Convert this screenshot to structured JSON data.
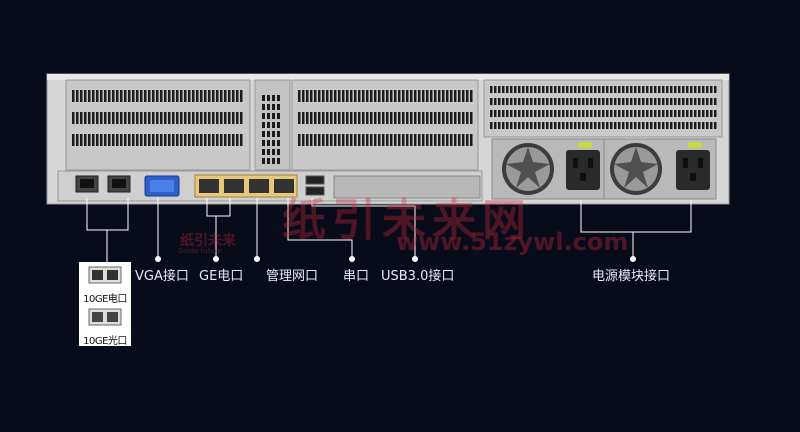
{
  "labels": {
    "vga": "VGA接口",
    "ge": "GE电口",
    "mgmt": "管理网口",
    "serial": "串口",
    "usb": "USB3.0接口",
    "power": "电源模块接口",
    "ge10_copper": "10GE电口",
    "ge10_optical": "10GE光口"
  },
  "watermark": {
    "main": "纸引未来网",
    "url": "www.51zywl.com",
    "small": "纸引未来",
    "tiny": "Guide future"
  },
  "colors": {
    "background": "#080c1a",
    "chassis": "#d9d9d9",
    "callout_line": "#ffffff",
    "vga_port": "#3a6fd8",
    "watermark": "#d2283c"
  }
}
